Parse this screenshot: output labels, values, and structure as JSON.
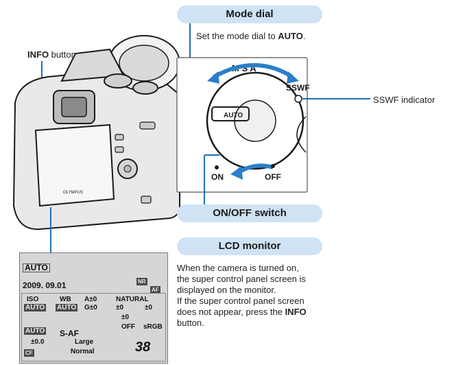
{
  "labels": {
    "info_button_bold": "INFO",
    "info_button_rest": " button",
    "mode_dial_title": "Mode dial",
    "mode_dial_text_pre": "Set the mode dial to ",
    "mode_dial_text_bold": "AUTO",
    "mode_dial_text_post": ".",
    "sswf_indicator": "SSWF indicator",
    "onoff_switch_bold": "ON/OFF",
    "onoff_switch_rest": " switch",
    "lcd_monitor_title": "LCD monitor",
    "lcd_description_1": "When the camera is turned on,",
    "lcd_description_2": "the super control panel screen is",
    "lcd_description_3": "displayed on the monitor.",
    "lcd_description_4": "If the super control panel screen",
    "lcd_description_5_pre": "does not appear, press the ",
    "lcd_description_5_bold": "INFO",
    "lcd_description_6": "button."
  },
  "dial": {
    "sswf": "SSWF",
    "on": "ON",
    "off": "OFF",
    "auto": "AUTO",
    "brand": "OLYMPUS"
  },
  "lcd": {
    "mode": "AUTO",
    "date": "2009. 09.01",
    "nr": "NR",
    "af": "AF",
    "iso_label": "ISO",
    "iso_value": "AUTO",
    "wb_label": "WB",
    "wb_value": "AUTO",
    "wb_a": "A±0",
    "wb_g": "G±0",
    "picture": "NATURAL",
    "contrast": "±0",
    "sharp": "±0",
    "sat": "±0",
    "flash_value": "AUTO",
    "focus": "S-AF",
    "face": "OFF",
    "color_space": "sRGB",
    "exp_comp": "±0.0",
    "card": "CF",
    "quality_1": "Large",
    "quality_2": "Normal",
    "shots": "38"
  },
  "colors": {
    "pill_fill": "#cfe3f5",
    "line_blue": "#1f6fb5",
    "arrow_blue": "#2a7fc9"
  }
}
